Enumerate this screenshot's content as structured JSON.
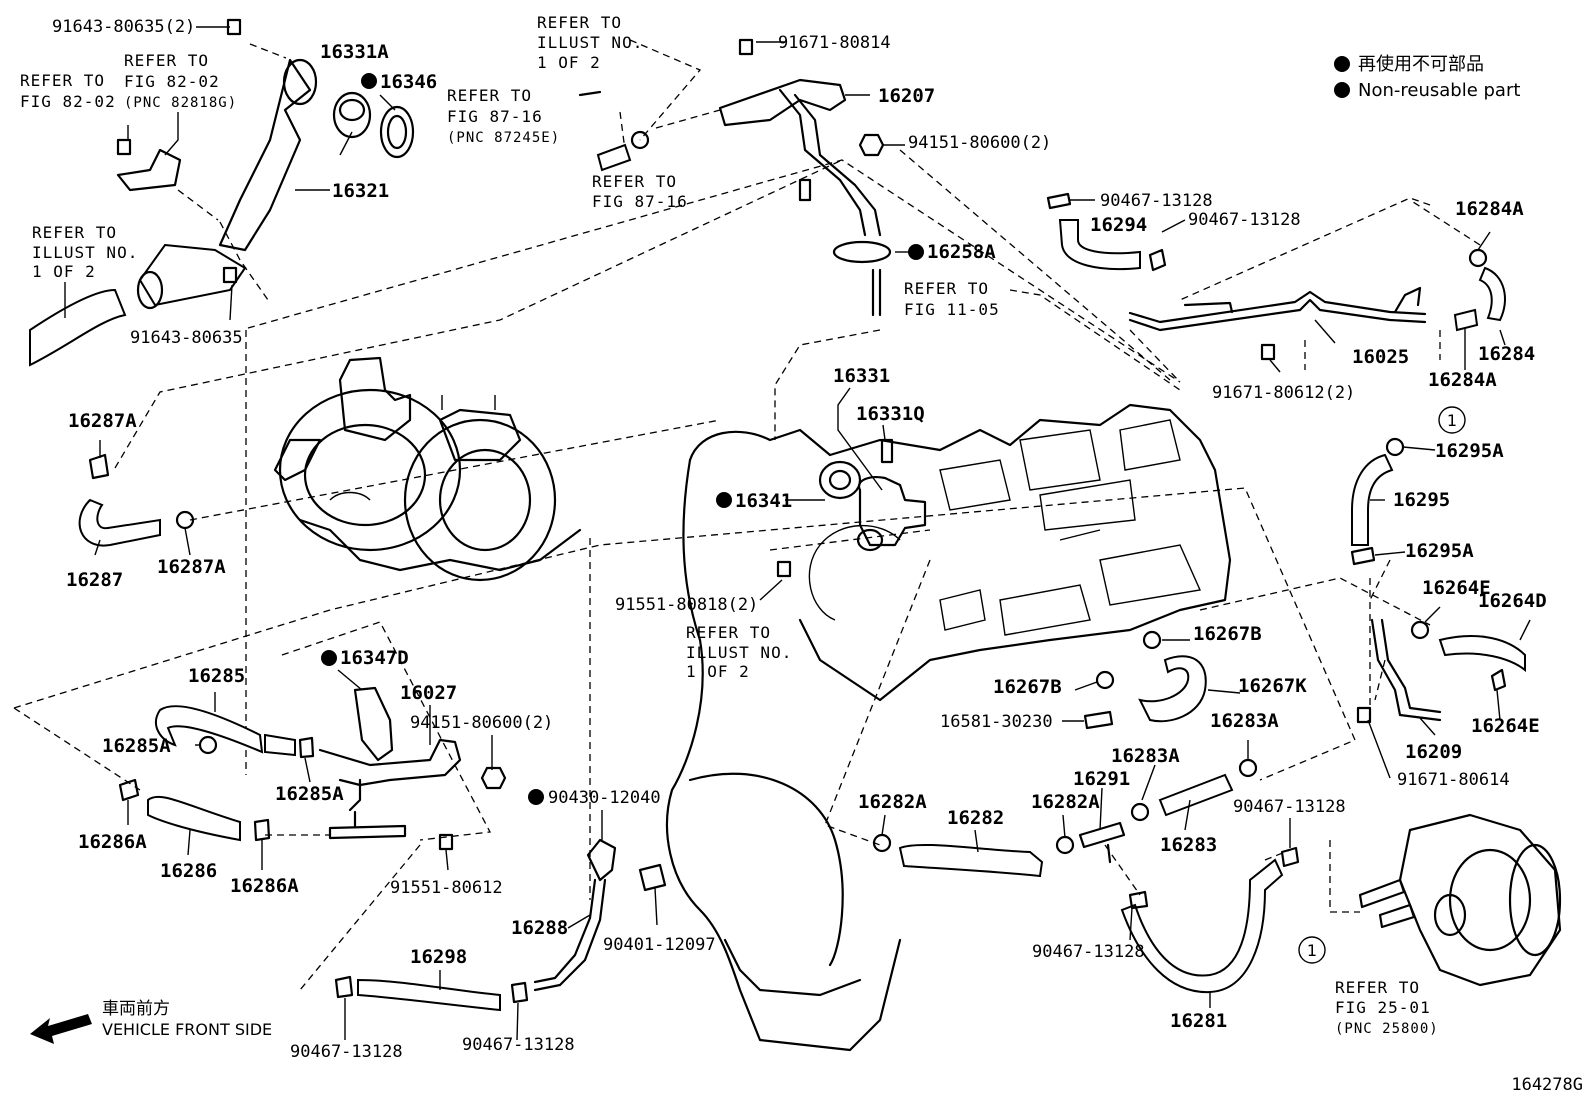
{
  "legend": {
    "line1": "再使用不可部品",
    "line2": "Non-reusable part"
  },
  "footer": {
    "front_jp": "車両前方",
    "front_en": "VEHICLE FRONT SIDE",
    "illus_id": "164278G"
  },
  "callouts": [
    {
      "id": "c1",
      "text": "1"
    },
    {
      "id": "c2",
      "text": "1"
    }
  ],
  "refs": [
    {
      "id": "r_illus_top",
      "lines": [
        "REFER TO",
        "ILLUST NO.",
        "1 OF 2"
      ]
    },
    {
      "id": "r_fig8202_left",
      "lines": [
        "REFER TO",
        "FIG 82-02"
      ]
    },
    {
      "id": "r_fig8202_pnc",
      "lines": [
        "REFER TO",
        "FIG 82-02",
        "(PNC 82818G)"
      ]
    },
    {
      "id": "r_illus_left",
      "lines": [
        "REFER TO",
        "ILLUST NO.",
        "1 OF 2"
      ]
    },
    {
      "id": "r_fig8716_pnc",
      "lines": [
        "REFER TO",
        "FIG 87-16",
        "(PNC 87245E)"
      ]
    },
    {
      "id": "r_fig8716",
      "lines": [
        "REFER TO",
        "FIG 87-16"
      ]
    },
    {
      "id": "r_fig1105",
      "lines": [
        "REFER TO",
        "FIG 11-05"
      ]
    },
    {
      "id": "r_illus_mid",
      "lines": [
        "REFER TO",
        "ILLUST NO.",
        "1 OF 2"
      ]
    },
    {
      "id": "r_fig2501",
      "lines": [
        "REFER TO",
        "FIG 25-01",
        "(PNC 25800)"
      ]
    }
  ],
  "parts": [
    {
      "id": "p1",
      "num": "91643-80635(2)",
      "nonreusable": false
    },
    {
      "id": "p2",
      "num": "16331A",
      "nonreusable": false
    },
    {
      "id": "p3",
      "num": "16346",
      "nonreusable": true
    },
    {
      "id": "p4",
      "num": "16321",
      "nonreusable": false
    },
    {
      "id": "p5",
      "num": "91643-80635",
      "nonreusable": false
    },
    {
      "id": "p6",
      "num": "91671-80814",
      "nonreusable": false
    },
    {
      "id": "p7",
      "num": "16207",
      "nonreusable": false
    },
    {
      "id": "p8",
      "num": "94151-80600(2)",
      "nonreusable": false
    },
    {
      "id": "p9",
      "num": "16258A",
      "nonreusable": true
    },
    {
      "id": "p10",
      "num": "90467-13128",
      "nonreusable": false
    },
    {
      "id": "p11",
      "num": "16294",
      "nonreusable": false
    },
    {
      "id": "p12",
      "num": "90467-13128",
      "nonreusable": false
    },
    {
      "id": "p13",
      "num": "16284A",
      "nonreusable": false
    },
    {
      "id": "p14",
      "num": "16025",
      "nonreusable": false
    },
    {
      "id": "p15",
      "num": "16284",
      "nonreusable": false
    },
    {
      "id": "p16",
      "num": "16284A",
      "nonreusable": false
    },
    {
      "id": "p17",
      "num": "91671-80612(2)",
      "nonreusable": false
    },
    {
      "id": "p18",
      "num": "16331",
      "nonreusable": false
    },
    {
      "id": "p19",
      "num": "16331Q",
      "nonreusable": false
    },
    {
      "id": "p20",
      "num": "16341",
      "nonreusable": true
    },
    {
      "id": "p21",
      "num": "91551-80818(2)",
      "nonreusable": false
    },
    {
      "id": "p22",
      "num": "16287A",
      "nonreusable": false
    },
    {
      "id": "p23",
      "num": "16287",
      "nonreusable": false
    },
    {
      "id": "p24",
      "num": "16287A",
      "nonreusable": false
    },
    {
      "id": "p25",
      "num": "16295A",
      "nonreusable": false
    },
    {
      "id": "p26",
      "num": "16295",
      "nonreusable": false
    },
    {
      "id": "p27",
      "num": "16295A",
      "nonreusable": false
    },
    {
      "id": "p28",
      "num": "16264E",
      "nonreusable": false
    },
    {
      "id": "p29",
      "num": "16264D",
      "nonreusable": false
    },
    {
      "id": "p30",
      "num": "16264E",
      "nonreusable": false
    },
    {
      "id": "p31",
      "num": "16209",
      "nonreusable": false
    },
    {
      "id": "p32",
      "num": "91671-80614",
      "nonreusable": false
    },
    {
      "id": "p33",
      "num": "16267B",
      "nonreusable": false
    },
    {
      "id": "p34",
      "num": "16267B",
      "nonreusable": false
    },
    {
      "id": "p35",
      "num": "16267K",
      "nonreusable": false
    },
    {
      "id": "p36",
      "num": "16581-30230",
      "nonreusable": false
    },
    {
      "id": "p37",
      "num": "16283A",
      "nonreusable": false
    },
    {
      "id": "p38",
      "num": "16283A",
      "nonreusable": false
    },
    {
      "id": "p39",
      "num": "16291",
      "nonreusable": false
    },
    {
      "id": "p40",
      "num": "16282A",
      "nonreusable": false
    },
    {
      "id": "p41",
      "num": "16282A",
      "nonreusable": false
    },
    {
      "id": "p42",
      "num": "16282",
      "nonreusable": false
    },
    {
      "id": "p43",
      "num": "16283",
      "nonreusable": false
    },
    {
      "id": "p44",
      "num": "90467-13128",
      "nonreusable": false
    },
    {
      "id": "p45",
      "num": "90467-13128",
      "nonreusable": false
    },
    {
      "id": "p46",
      "num": "16281",
      "nonreusable": false
    },
    {
      "id": "p47",
      "num": "16347D",
      "nonreusable": true
    },
    {
      "id": "p48",
      "num": "16027",
      "nonreusable": false
    },
    {
      "id": "p49",
      "num": "94151-80600(2)",
      "nonreusable": false
    },
    {
      "id": "p50",
      "num": "16285",
      "nonreusable": false
    },
    {
      "id": "p51",
      "num": "16285A",
      "nonreusable": false
    },
    {
      "id": "p52",
      "num": "16285A",
      "nonreusable": false
    },
    {
      "id": "p53",
      "num": "16286A",
      "nonreusable": false
    },
    {
      "id": "p54",
      "num": "16286",
      "nonreusable": false
    },
    {
      "id": "p55",
      "num": "16286A",
      "nonreusable": false
    },
    {
      "id": "p56",
      "num": "91551-80612",
      "nonreusable": false
    },
    {
      "id": "p57",
      "num": "90430-12040",
      "nonreusable": true
    },
    {
      "id": "p58",
      "num": "16288",
      "nonreusable": false
    },
    {
      "id": "p59",
      "num": "90401-12097",
      "nonreusable": false
    },
    {
      "id": "p60",
      "num": "16298",
      "nonreusable": false
    },
    {
      "id": "p61",
      "num": "90467-13128",
      "nonreusable": false
    },
    {
      "id": "p62",
      "num": "90467-13128",
      "nonreusable": false
    }
  ]
}
